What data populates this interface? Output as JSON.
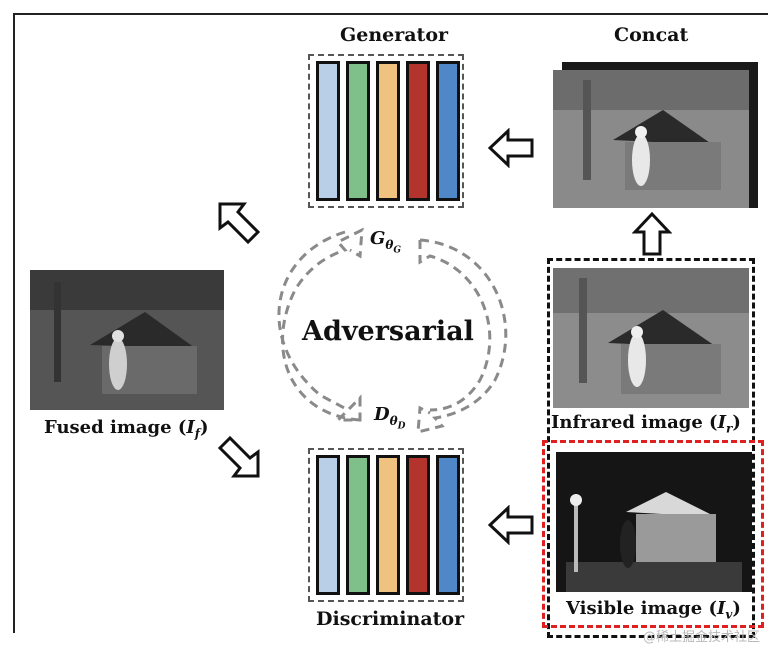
{
  "title": "Adversarial",
  "generator": {
    "label": "Generator",
    "symbol_main": "G",
    "symbol_sub": "θ",
    "symbol_subsub": "G",
    "layer_colors": [
      "#b9cfe8",
      "#7fbf8a",
      "#f0c27f",
      "#b3332d",
      "#4f87c9"
    ]
  },
  "discriminator": {
    "label": "Discriminator",
    "symbol_main": "D",
    "symbol_sub": "θ",
    "symbol_subsub": "D",
    "layer_colors": [
      "#b9cfe8",
      "#7fbf8a",
      "#f0c27f",
      "#b3332d",
      "#4f87c9"
    ]
  },
  "concat": {
    "label": "Concat"
  },
  "fused": {
    "label": "Fused image (",
    "symbol": "I",
    "sub": "f",
    "close": ")"
  },
  "infrared": {
    "label": "Infrared image (",
    "symbol": "I",
    "sub": "r",
    "close": ")"
  },
  "visible": {
    "label": "Visible image (",
    "symbol": "I",
    "sub": "v",
    "close": ")"
  },
  "watermark": "@稀土掘金技术社区",
  "colors": {
    "stack_border": "#555555",
    "red_dash": "#e02020",
    "black_dash": "#111111",
    "arrow_stroke": "#111111",
    "adv_arrow": "#8a8a8a"
  }
}
